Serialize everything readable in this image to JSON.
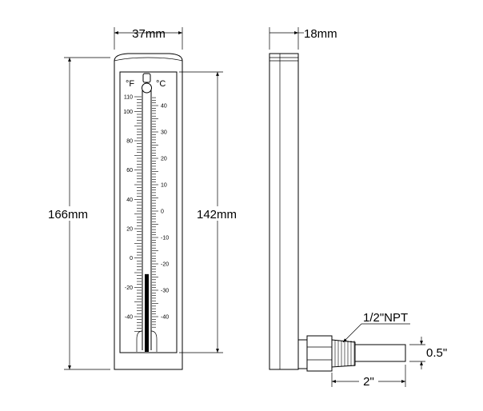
{
  "dimensions": {
    "width_front": "37mm",
    "width_side": "18mm",
    "height_total": "166mm",
    "height_scale": "142mm",
    "thread": "1/2\"NPT",
    "stem_diameter": "0.5\"",
    "stem_length": "2\""
  },
  "scale": {
    "fahrenheit_unit": "°F",
    "celsius_unit": "°C",
    "fahrenheit_ticks": [
      110,
      100,
      80,
      60,
      40,
      20,
      0,
      -20,
      -40
    ],
    "celsius_ticks": [
      40,
      30,
      20,
      10,
      0,
      -10,
      -20,
      -30,
      -40
    ],
    "fahrenheit_range": [
      -50,
      110
    ],
    "mercury_level_f": -11
  }
}
